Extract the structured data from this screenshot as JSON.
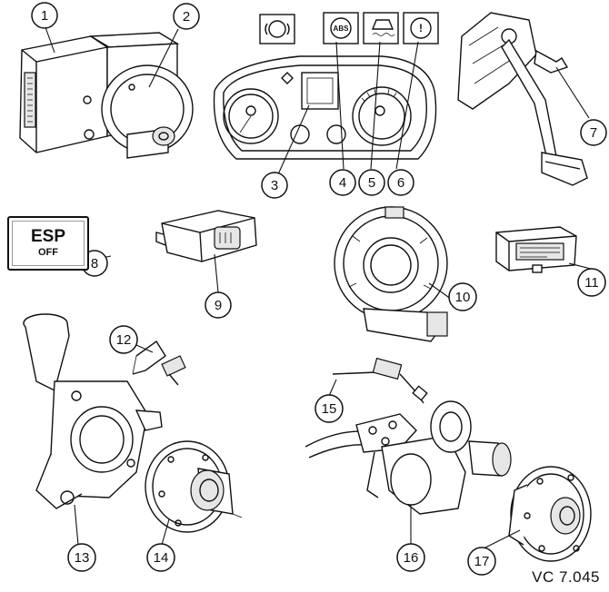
{
  "diagram": {
    "reference_code": "VC 7.045",
    "esp_button": {
      "main": "ESP",
      "sub": "OFF"
    },
    "warning_lamps": {
      "abs": "ABS",
      "general": "!"
    },
    "callouts": [
      "1",
      "2",
      "3",
      "4",
      "5",
      "6",
      "7",
      "8",
      "9",
      "10",
      "11",
      "12",
      "13",
      "14",
      "15",
      "16",
      "17"
    ]
  }
}
